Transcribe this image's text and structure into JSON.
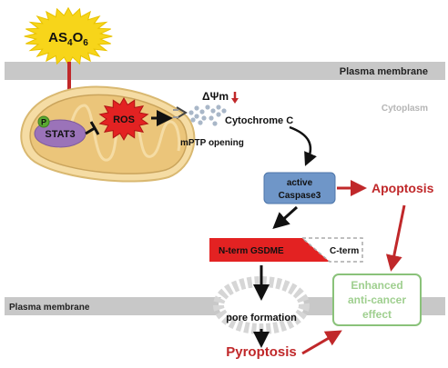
{
  "compound": {
    "base": "AS",
    "sub1": "4",
    "mid": "O",
    "sub2": "6"
  },
  "membrane_top": "Plasma membrane",
  "membrane_bottom": "Plasma membrane",
  "cytoplasm": "Cytoplasm",
  "phospho": "P",
  "stat3": "STAT3",
  "ros": "ROS",
  "delta_psi": "ΔΨm",
  "mptp": "mPTP opening",
  "cytochrome": "Cytochrome C",
  "caspase": {
    "line1": "active",
    "line2": "Caspase3"
  },
  "apoptosis": "Apoptosis",
  "nterm": "N-term GSDME",
  "cterm": "C-term",
  "pore": "pore formation",
  "pyroptosis": "Pyroptosis",
  "effect": {
    "line1": "Enhanced",
    "line2": "anti-cancer",
    "line3": "effect"
  },
  "colors": {
    "membrane": "#c8c8c8",
    "sun": "#f7d51a",
    "mito_outer": "#f5dca4",
    "stat3": "#9b73b9",
    "phospho": "#5aa832",
    "ros": "#e32222",
    "caspase": "#6f96c8",
    "accent_red": "#c0282a",
    "green_box": "#8ac27a",
    "green_text": "#9fcf8f"
  }
}
